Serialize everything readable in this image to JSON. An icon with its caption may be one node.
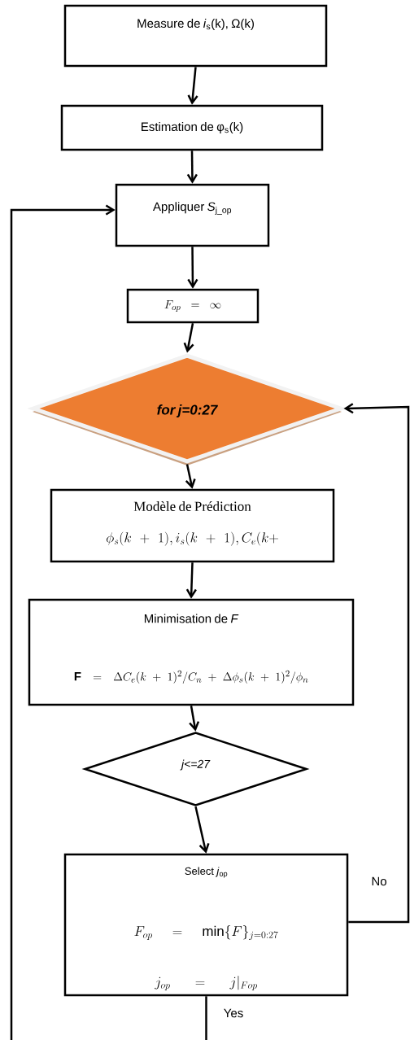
{
  "diagram": {
    "nodes": [
      {
        "text": [
          "Measure de *i*$_{s}$(k), Ω(k)"
        ]
      },
      {
        "text": [
          "Estimation de φ$_{s}$(k)"
        ]
      },
      {
        "text": [
          "Appliquer *S*$_{j_op}$"
        ]
      },
      {
        "text": [
          "F_{op}=\\infty"
        ]
      },
      {
        "text": [
          "for  j=0:27"
        ]
      },
      {
        "text": [
          "Modèle de Prédiction",
          "\\phi_s(k+1), i_s(k+1), C_e(k+"
        ]
      },
      {
        "text": [
          "Minimisation de *F*",
          "\\mathbf{F}=\\Delta C_e(k+1)^2/C_n+\\Delta\\phi_s(k+1)^2/\\phi_n"
        ]
      },
      {
        "text": [
          "j<=27"
        ]
      },
      {
        "text": [
          "Select *j*$_{op}$",
          "F_{op}=\\min\\{F\\}_{j=0:27}",
          "j_{op}=j|_{Fop}"
        ]
      }
    ],
    "edges": [
      {
        "from": 0,
        "to": 1,
        "arrow": "to"
      },
      {
        "from": 1,
        "to": 2,
        "arrow": "to"
      },
      {
        "from": 2,
        "to": 3,
        "arrow": "to"
      },
      {
        "from": 3,
        "to": 4,
        "arrow": "to"
      },
      {
        "from": 4,
        "to": 5,
        "arrow": "to"
      },
      {
        "from": 5,
        "to": 6,
        "arrow": "to"
      },
      {
        "from": 6,
        "to": 7,
        "arrow": "to"
      },
      {
        "from": 7,
        "to": 8,
        "arrow": "to"
      },
      {
        "from": 8,
        "to": 4,
        "arrow": "to",
        "label": "No"
      },
      {
        "from": 8,
        "to": null,
        "arrow": "none",
        "label": "Yes"
      },
      {
        "from": null,
        "to": 2,
        "arrow": "to"
      }
    ]
  }
}
